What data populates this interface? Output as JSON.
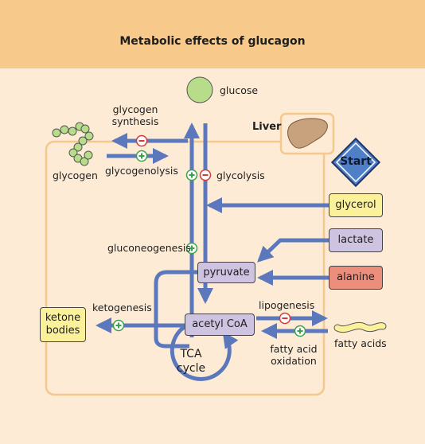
{
  "title": "Metabolic effects of glucagon",
  "organ": "Liver",
  "start_label": "Start",
  "molecules": {
    "glucose": "glucose",
    "glycogen": "glycogen",
    "ketone_bodies": "ketone\nbodies",
    "fatty_acids": "fatty acids",
    "tca_cycle": "TCA\ncycle"
  },
  "boxes": {
    "glycerol": "glycerol",
    "lactate": "lactate",
    "alanine": "alanine",
    "pyruvate": "pyruvate",
    "acetyl_coa": "acetyl CoA",
    "ketone_bodies": "ketone\nbodies"
  },
  "processes": {
    "glycogen_synthesis": "glycogen\nsynthesis",
    "glycogenolysis": "glycogenolysis",
    "glycolysis": "glycolysis",
    "gluconeogenesis": "gluconeogenesis",
    "ketogenesis": "ketogenesis",
    "lipogenesis": "lipogenesis",
    "fatty_acid_oxidation": "fatty acid\noxidation"
  },
  "colors": {
    "background": "#fdebd6",
    "header": "#f7c98b",
    "liver_outline": "#f5c88d",
    "arrow": "#5b78bd",
    "stimulate": "#3aa34a",
    "inhibit": "#d43a36",
    "glucose_fill": "#b7dc8a",
    "glycerol_fill": "#fbf19a",
    "lactate_fill": "#cfc3e2",
    "alanine_fill": "#ec8e7c",
    "pyruvate_fill": "#cfc3e2",
    "acetyl_fill": "#cfc3e2",
    "ketone_fill": "#fbf19a",
    "start_fill": "#4f7fc7"
  }
}
